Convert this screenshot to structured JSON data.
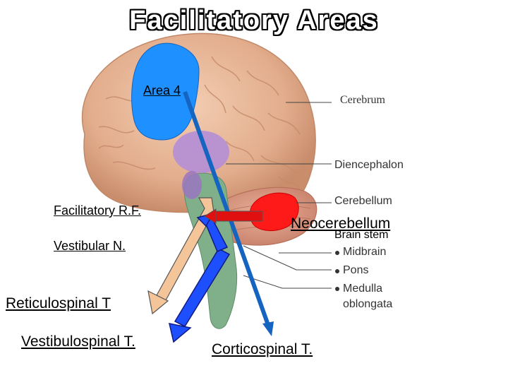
{
  "title": "Facilitatory Areas",
  "labels": {
    "area4": "Area 4",
    "facilitatory_rf": "Facilitatory R.F.",
    "vestibular_n": "Vestibular N.",
    "reticulospinal": "Reticulospinal T",
    "vestibulospinal": "Vestibulospinal T.",
    "corticospinal": "Corticospinal T.",
    "neocerebellum": "Neocerebellum"
  },
  "anatomy": {
    "cerebrum": "Cerebrum",
    "diencephalon": "Diencephalon",
    "cerebellum": "Cerebellum",
    "brain_stem": "Brain stem",
    "midbrain": "Midbrain",
    "pons": "Pons",
    "medulla": "Medulla",
    "oblongata": "oblongata"
  },
  "colors": {
    "area4": "#1e90ff",
    "diencephalon": "#b48ed6",
    "cerebellum_red": "#ff1a1a",
    "brainstem": "#7fb08a",
    "arrow_blue": "#1565c0",
    "arrow_peach": "#f5c59a",
    "arrow_red": "#e01010",
    "brain": "#e8b99a"
  }
}
